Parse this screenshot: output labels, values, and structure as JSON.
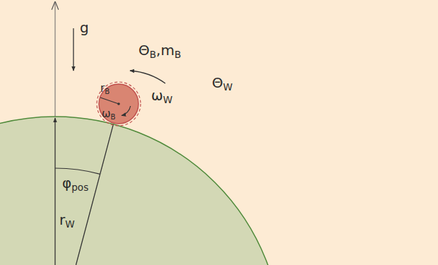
{
  "diagram": {
    "labels": [
      "g",
      "ΘB,mB",
      "rB",
      "ωB",
      "ΘW",
      "ωW",
      "φpos",
      "rW"
    ]
  }
}
